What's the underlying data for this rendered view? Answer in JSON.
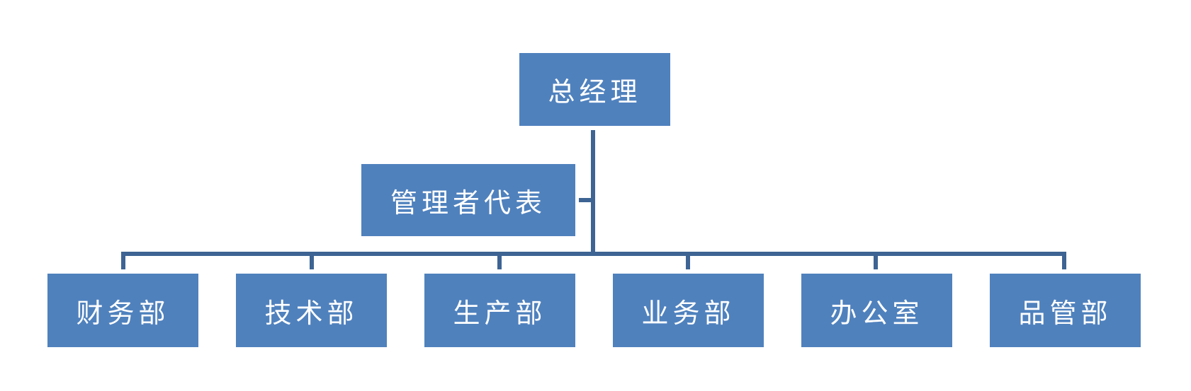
{
  "colors": {
    "box_fill": "#4f81bd",
    "connector": "#3d6493",
    "text": "#ffffff"
  },
  "org": {
    "root": "总经理",
    "representative": "管理者代表",
    "departments": [
      "财务部",
      "技术部",
      "生产部",
      "业务部",
      "办公室",
      "品管部"
    ]
  }
}
